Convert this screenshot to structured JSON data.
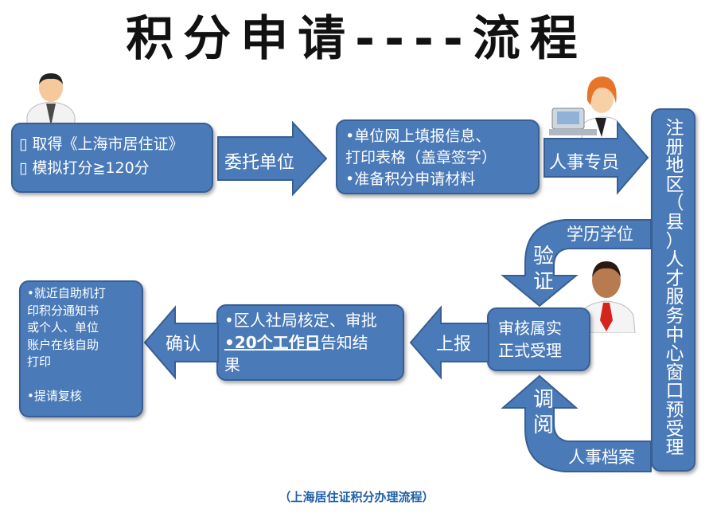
{
  "title": "积分申请----流程",
  "caption": "（上海居住证积分办理流程）",
  "box1": {
    "lines": [
      "▯ 取得《上海市居住证》",
      "▯ 模拟打分≧120分"
    ]
  },
  "arrow_entrust": "委托单位",
  "box2": {
    "lines": [
      "•单位网上填报信息、",
      "打印表格（盖章签字）",
      "•准备积分申请材料"
    ]
  },
  "arrow_hr": "人事专员",
  "window_box": {
    "chars": [
      "注",
      "册",
      "地",
      "区",
      "（",
      "县",
      "）",
      "人",
      "才",
      "服",
      "务",
      "中",
      "心",
      "窗",
      "口",
      "预",
      "受",
      "理"
    ]
  },
  "verify": {
    "label": "学历学位",
    "chars": [
      "验",
      "证"
    ]
  },
  "review_box": {
    "lines": [
      "审核属实",
      "正式受理"
    ]
  },
  "consult": {
    "label": "人事档案",
    "chars": [
      "调",
      "阅"
    ]
  },
  "arrow_report": "上报",
  "box_approve": {
    "line1": "•区人社局核定、审批",
    "line2_prefix": "•20个工作日",
    "line2_rest": "告知结",
    "line3": "果"
  },
  "arrow_confirm": "确认",
  "box_print": {
    "lines": [
      "•就近自助机打",
      "印积分通知书",
      "或个人、单位",
      "账户在线自助",
      "打印",
      "",
      "•提请复核"
    ]
  },
  "colors": {
    "box": "#4a7ab8",
    "border": "#375f94",
    "caption": "#1f5fa8"
  }
}
